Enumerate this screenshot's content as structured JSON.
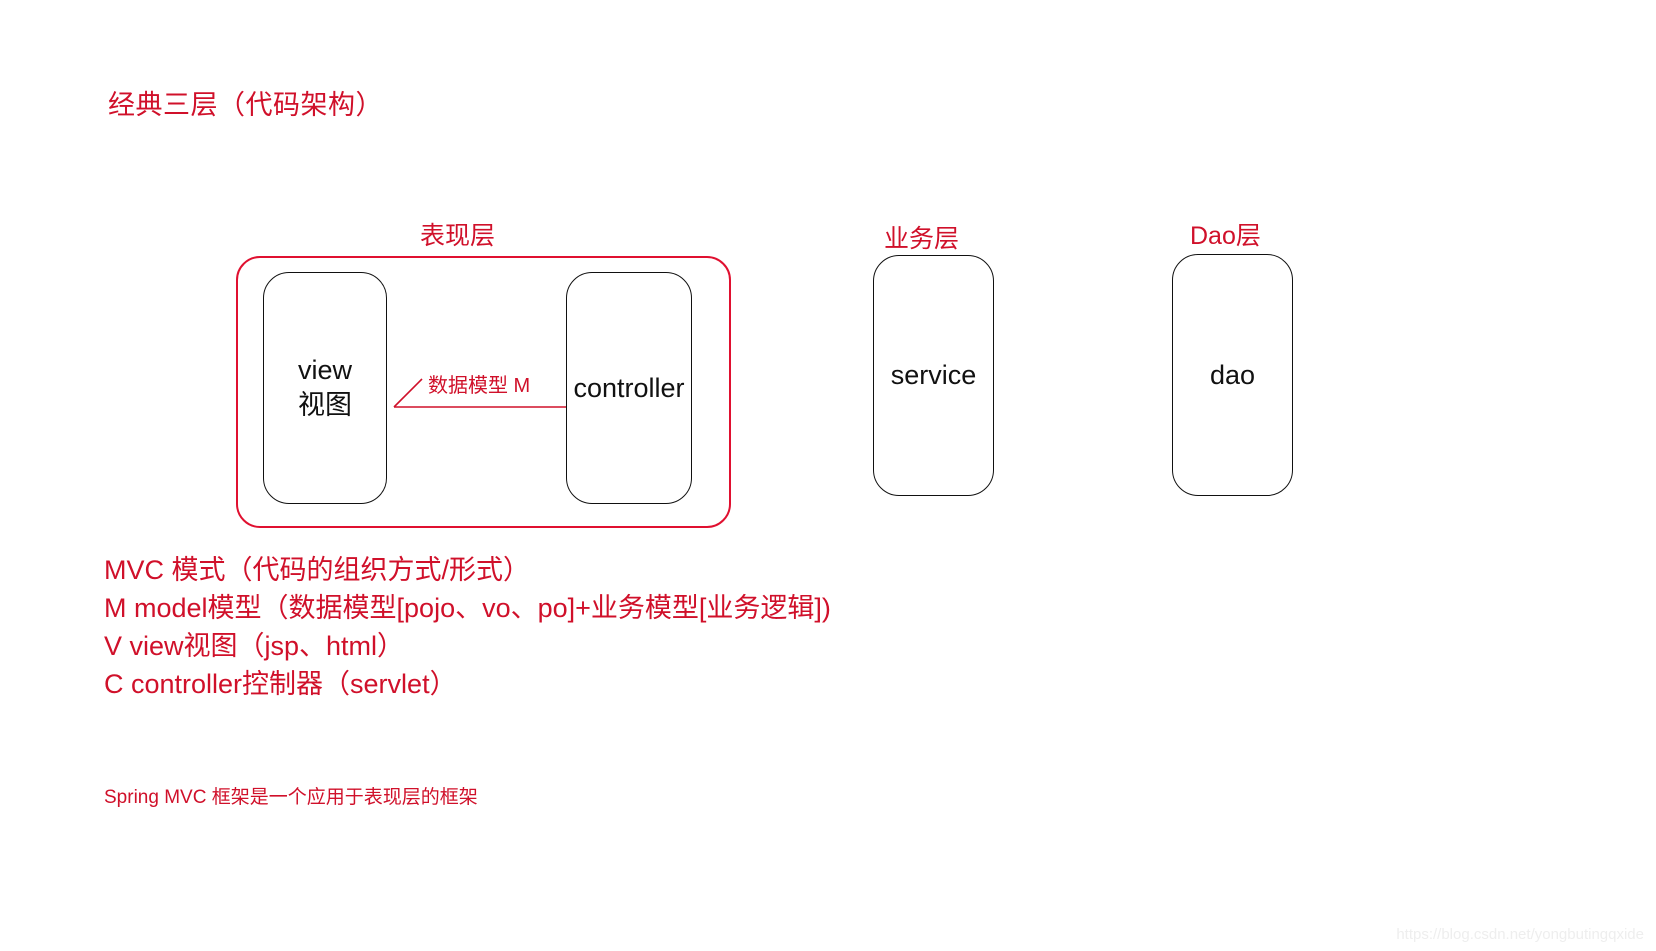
{
  "diagram": {
    "title": "经典三层（代码架构）",
    "accent_color": "#d0102a",
    "group_border_color": "#e01030",
    "box_border_color": "#111111",
    "background_color": "#ffffff"
  },
  "layers": {
    "presentation": {
      "caption": "表现层",
      "components": [
        {
          "name": "view",
          "label": "view\n视图"
        },
        {
          "name": "controller",
          "label": "controller"
        }
      ]
    },
    "business": {
      "caption": "业务层",
      "components": [
        {
          "name": "service",
          "label": "service"
        }
      ]
    },
    "dao": {
      "caption": "Dao层",
      "components": [
        {
          "name": "dao",
          "label": "dao"
        }
      ]
    }
  },
  "arrow": {
    "label": "数据模型 M",
    "direction": "right-to-left",
    "from": "controller",
    "to": "view"
  },
  "mvc_notes": {
    "lines": [
      "MVC 模式（代码的组织方式/形式）",
      "M model模型（数据模型[pojo、vo、po]+业务模型[业务逻辑])",
      "V  view视图（jsp、html）",
      "C  controller控制器（servlet）"
    ]
  },
  "footer": {
    "note": "Spring MVC 框架是一个应用于表现层的框架"
  },
  "watermark": {
    "text": "https://blog.csdn.net/yongbutingqxide"
  }
}
